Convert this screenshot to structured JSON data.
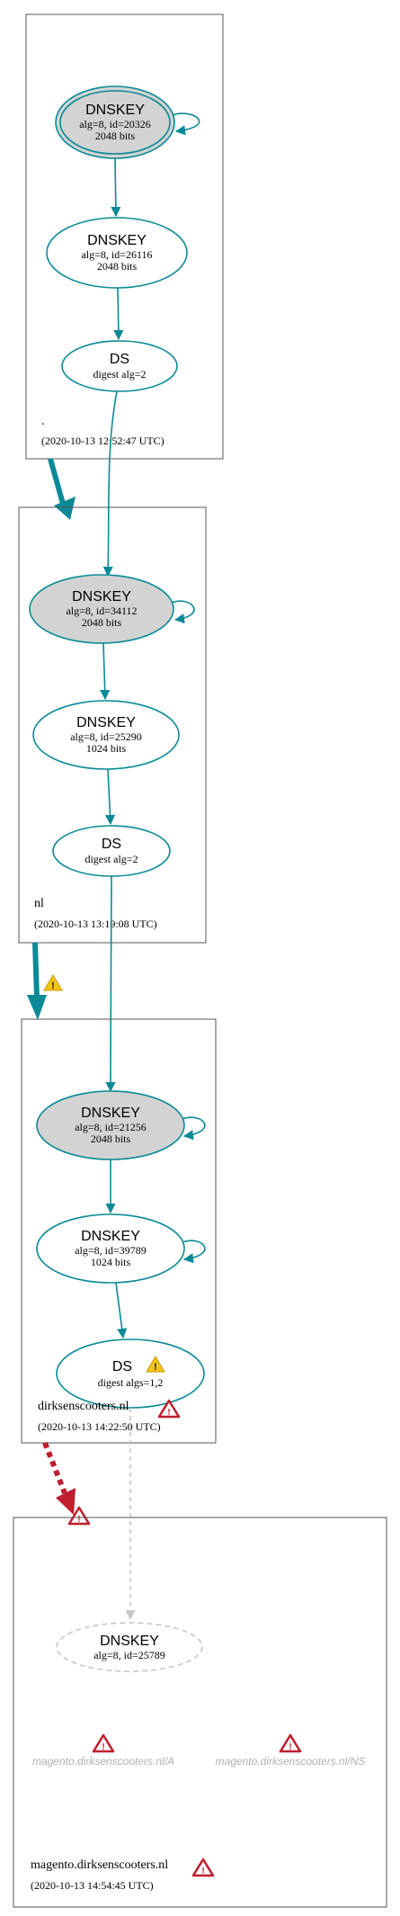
{
  "colors": {
    "edge": "#0a8a96",
    "error": "#be1e2d",
    "warning": "#f5c518",
    "faded": "#c8c8c8",
    "node_fill_ksk": "#d3d3d3",
    "zone_border": "#555555"
  },
  "zones": [
    {
      "name": ".",
      "timestamp": "(2020-10-13 12:52:47 UTC)",
      "nodes": [
        {
          "title": "DNSKEY",
          "line1": "alg=8, id=20326",
          "line2": "2048 bits"
        },
        {
          "title": "DNSKEY",
          "line1": "alg=8, id=26116",
          "line2": "2048 bits"
        },
        {
          "title": "DS",
          "line1": "digest alg=2"
        }
      ]
    },
    {
      "name": "nl",
      "timestamp": "(2020-10-13 13:19:08 UTC)",
      "nodes": [
        {
          "title": "DNSKEY",
          "line1": "alg=8, id=34112",
          "line2": "2048 bits"
        },
        {
          "title": "DNSKEY",
          "line1": "alg=8, id=25290",
          "line2": "1024 bits"
        },
        {
          "title": "DS",
          "line1": "digest alg=2"
        }
      ]
    },
    {
      "name": "dirksenscooters.nl",
      "timestamp": "(2020-10-13 14:22:50 UTC)",
      "nodes": [
        {
          "title": "DNSKEY",
          "line1": "alg=8, id=21256",
          "line2": "2048 bits"
        },
        {
          "title": "DNSKEY",
          "line1": "alg=8, id=39789",
          "line2": "1024 bits"
        },
        {
          "title": "DS",
          "line1": "digest algs=1,2"
        }
      ]
    },
    {
      "name": "magento.dirksenscooters.nl",
      "timestamp": "(2020-10-13 14:54:45 UTC)",
      "nodes": [
        {
          "title": "DNSKEY",
          "line1": "alg=8, id=25789"
        }
      ],
      "records": [
        "magento.dirksenscooters.nl/A",
        "magento.dirksenscooters.nl/NS"
      ]
    }
  ]
}
